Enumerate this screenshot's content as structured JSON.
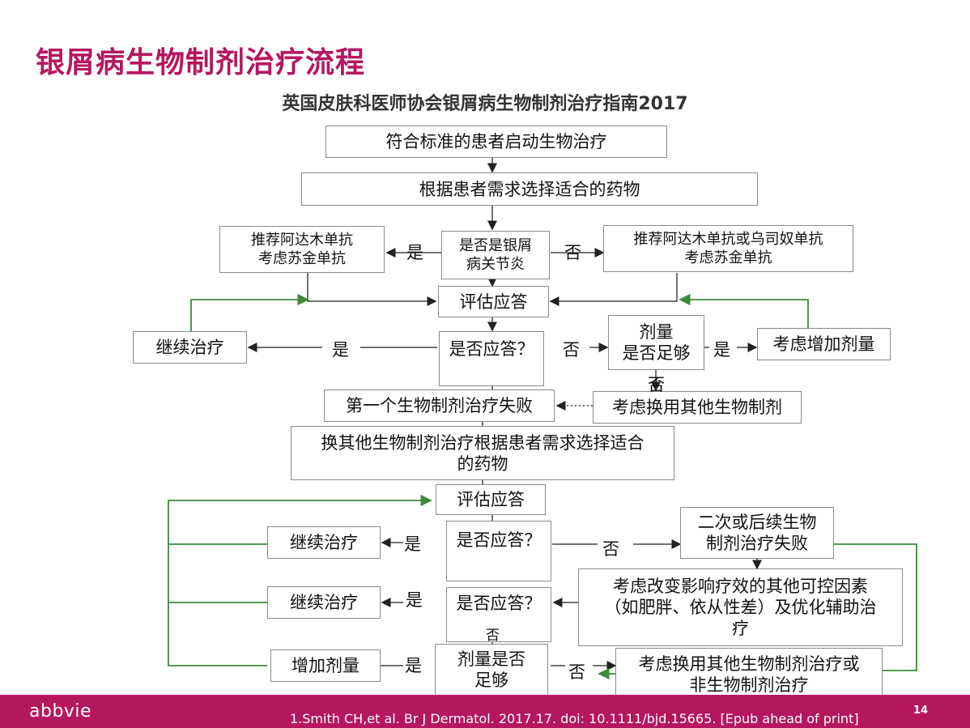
{
  "title": "银屑病生物制剂治疗流程",
  "subtitle": "英国皮肤科医师协会银屑病生物制剂治疗指南2017",
  "nodes": {
    "start": "符合标准的患者启动生物治疗",
    "select": "根据患者需求选择适合的药物",
    "left_reco": "推荐阿达木单抗\n考虑苏金单抗",
    "psa_q": "是否是银屑\n病关节炎",
    "right_reco": "推荐阿达木单抗或乌司奴单抗\n考虑苏金单抗",
    "assess1": "评估应答",
    "continue1": "继续治疗",
    "resp_q1": "是否应答？",
    "dose_q1": "剂量\n是否足够",
    "increase1": "考虑增加剂量",
    "fail1": "第一个生物制剂治疗失败",
    "switch1": "考虑换用其他生物制剂",
    "reselect": "换其他生物制剂治疗根据患者需求选择适合\n的药物",
    "assess2": "评估应答",
    "continue2": "继续治疗",
    "resp_q2": "是否应答？",
    "fail2": "二次或后续生物\n制剂治疗失败",
    "continue3": "继续治疗",
    "resp_q3": "是否应答？",
    "modify": "考虑改变影响疗效的其他可控因素\n（如肥胖、依从性差）及优化辅助治\n疗",
    "increase2": "增加剂量",
    "dose_q2": "剂量是否\n足够",
    "switch2": "考虑换用其他生物制剂治疗或\n非生物制剂治疗"
  },
  "labels": {
    "yes": "是",
    "no": "否"
  },
  "colors": {
    "accent": "#b5175f",
    "green_arrow": "#3d8a3d"
  },
  "footer": {
    "logo": "abbvie",
    "citation": "1.Smith CH,et al. Br J Dermatol. 2017.17. doi: 10.1111/bjd.15665. [Epub ahead of print]",
    "page": "14"
  }
}
